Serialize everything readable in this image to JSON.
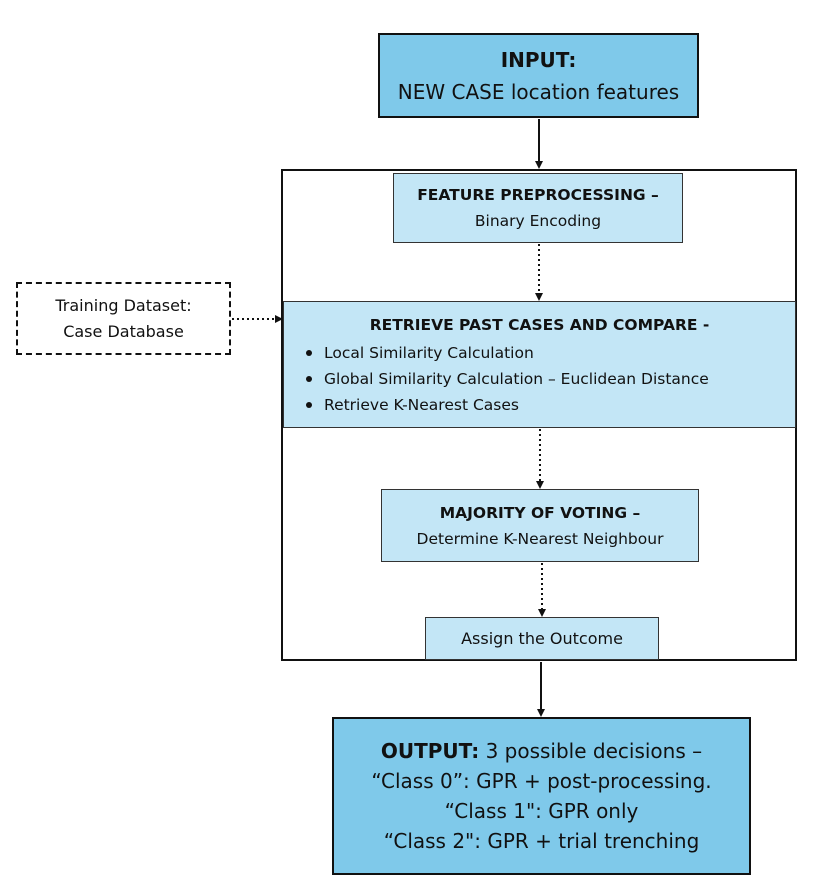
{
  "input": {
    "title": "INPUT:",
    "text": "NEW CASE location features"
  },
  "preprocessing": {
    "title": "FEATURE PREPROCESSING –",
    "text": "Binary Encoding"
  },
  "training": {
    "line1": "Training Dataset:",
    "line2": "Case Database"
  },
  "retrieve": {
    "title": "RETRIEVE PAST CASES AND COMPARE -",
    "items": [
      "Local Similarity Calculation",
      "Global Similarity Calculation – Euclidean Distance",
      "Retrieve K-Nearest Cases"
    ]
  },
  "voting": {
    "title": "MAJORITY OF VOTING –",
    "text": "Determine K-Nearest Neighbour"
  },
  "assign": {
    "text": "Assign the Outcome"
  },
  "output": {
    "title": "OUTPUT:",
    "line1_rest": " 3 possible decisions –",
    "line2": "“Class 0”: GPR + post-processing.",
    "line3": "“Class 1\": GPR only",
    "line4": "“Class 2\": GPR + trial trenching"
  }
}
